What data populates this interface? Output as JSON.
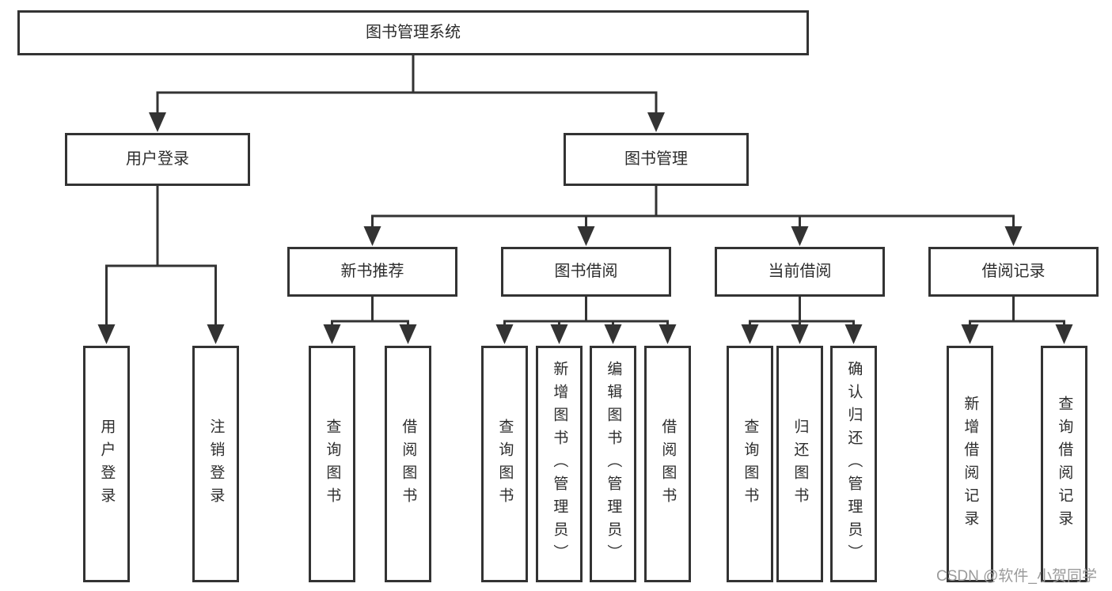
{
  "diagram": {
    "root": {
      "label": "图书管理系统"
    },
    "level2": {
      "user_login": {
        "label": "用户登录"
      },
      "book_management": {
        "label": "图书管理"
      }
    },
    "level3": {
      "new_book_recommend": {
        "label": "新书推荐"
      },
      "book_borrow": {
        "label": "图书借阅"
      },
      "current_borrow": {
        "label": "当前借阅"
      },
      "borrow_record": {
        "label": "借阅记录"
      }
    },
    "leaves": {
      "user_login_login": {
        "label": "用户登录"
      },
      "user_login_logout": {
        "label": "注销登录"
      },
      "recommend_query_book": {
        "label": "查询图书"
      },
      "recommend_borrow_book": {
        "label": "借阅图书"
      },
      "borrow_query_book": {
        "label": "查询图书"
      },
      "borrow_add_book": {
        "label": "新增图书（管理员）"
      },
      "borrow_edit_book": {
        "label": "编辑图书（管理员）"
      },
      "borrow_borrow_book": {
        "label": "借阅图书"
      },
      "current_query_book": {
        "label": "查询图书"
      },
      "current_return_book": {
        "label": "归还图书"
      },
      "current_confirm_return": {
        "label": "确认归还（管理员）"
      },
      "record_add_record": {
        "label": "新增借阅记录"
      },
      "record_query_record": {
        "label": "查询借阅记录"
      }
    }
  },
  "watermark": {
    "text": "CSDN @软件_小贺同学"
  },
  "colors": {
    "line": "#333333",
    "box_border": "#333333",
    "box_fill": "#ffffff",
    "text": "#2d2d2d",
    "watermark": "#9a9a9a",
    "background": "#ffffff"
  }
}
